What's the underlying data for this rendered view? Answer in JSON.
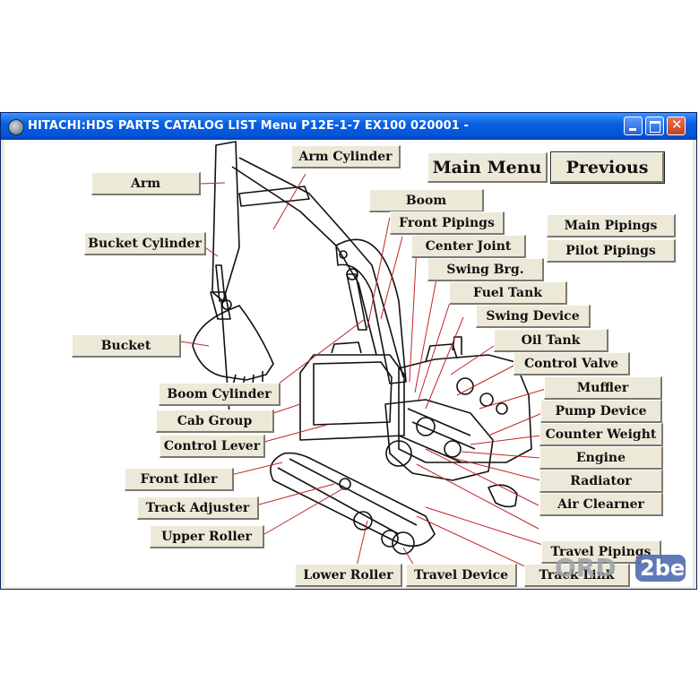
{
  "window": {
    "title": "HITACHI:HDS PARTS CATALOG LIST Menu P12E-1-7 EX100 020001 -",
    "controls": [
      "minimize-icon",
      "maximize-icon",
      "close-icon"
    ]
  },
  "nav": {
    "main_menu": "Main Menu",
    "previous": "Previous"
  },
  "parts": {
    "arm": "Arm",
    "arm_cylinder": "Arm Cylinder",
    "bucket_cylinder": "Bucket Cylinder",
    "bucket": "Bucket",
    "boom": "Boom",
    "front_pipings": "Front Pipings",
    "center_joint": "Center Joint",
    "swing_brg": "Swing Brg.",
    "fuel_tank": "Fuel Tank",
    "swing_device": "Swing Device",
    "oil_tank": "Oil Tank",
    "control_valve": "Control Valve",
    "muffler": "Muffler",
    "pump_device": "Pump Device",
    "counter_weight": "Counter Weight",
    "engine": "Engine",
    "radiator": "Radiator",
    "air_clearner": "Air Clearner",
    "main_pipings": "Main Pipings",
    "pilot_pipings": "Pilot Pipings",
    "boom_cylinder": "Boom Cylinder",
    "cab_group": "Cab Group",
    "control_lever": "Control Lever",
    "front_idler": "Front Idler",
    "track_adjuster": "Track Adjuster",
    "upper_roller": "Upper Roller",
    "lower_roller": "Lower Roller",
    "travel_device": "Travel Device",
    "travel_pipings": "Travel Pipings",
    "track_link": "Track Link"
  },
  "watermark": {
    "text_a": "ORD",
    "text_b": "2be"
  },
  "colors": {
    "titlebar": "#0a5fe0",
    "button_face": "#ece9d8",
    "leader_line": "#c0262a",
    "close": "#c3401e"
  }
}
